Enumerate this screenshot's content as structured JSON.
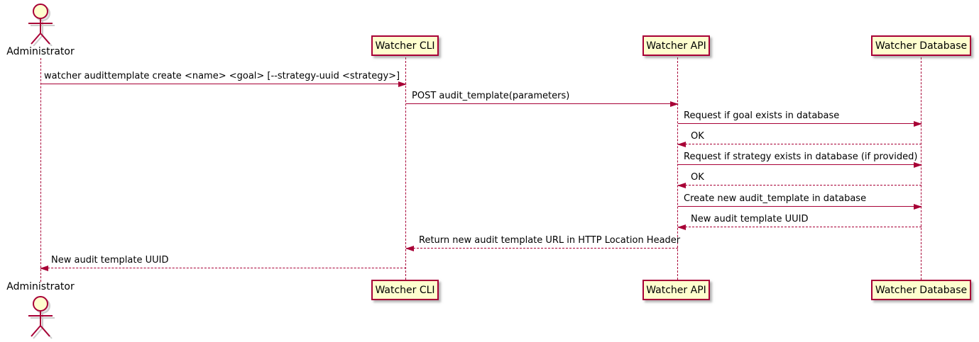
{
  "diagram": {
    "type": "sequence-diagram",
    "colors": {
      "accent": "#A80036",
      "participant_fill": "#FEFECE",
      "text": "#000000",
      "background": "#FFFFFF"
    },
    "participants": [
      {
        "name": "Administrator",
        "kind": "actor"
      },
      {
        "name": "Watcher CLI",
        "kind": "participant"
      },
      {
        "name": "Watcher API",
        "kind": "participant"
      },
      {
        "name": "Watcher Database",
        "kind": "participant"
      }
    ],
    "messages": [
      {
        "from": "Administrator",
        "to": "Watcher CLI",
        "style": "solid",
        "text": "watcher audittemplate create <name> <goal> [--strategy-uuid <strategy>]"
      },
      {
        "from": "Watcher CLI",
        "to": "Watcher API",
        "style": "solid",
        "text": "POST audit_template(parameters)"
      },
      {
        "from": "Watcher API",
        "to": "Watcher Database",
        "style": "solid",
        "text": "Request if goal exists in database"
      },
      {
        "from": "Watcher Database",
        "to": "Watcher API",
        "style": "dashed",
        "text": "OK"
      },
      {
        "from": "Watcher API",
        "to": "Watcher Database",
        "style": "solid",
        "text": "Request if strategy exists in database (if provided)"
      },
      {
        "from": "Watcher Database",
        "to": "Watcher API",
        "style": "dashed",
        "text": "OK"
      },
      {
        "from": "Watcher API",
        "to": "Watcher Database",
        "style": "solid",
        "text": "Create new audit_template in database"
      },
      {
        "from": "Watcher Database",
        "to": "Watcher API",
        "style": "dashed",
        "text": "New audit template UUID"
      },
      {
        "from": "Watcher API",
        "to": "Watcher CLI",
        "style": "dashed",
        "text": "Return new audit template URL in HTTP Location Header"
      },
      {
        "from": "Watcher CLI",
        "to": "Administrator",
        "style": "dashed",
        "text": "New audit template UUID"
      }
    ]
  }
}
